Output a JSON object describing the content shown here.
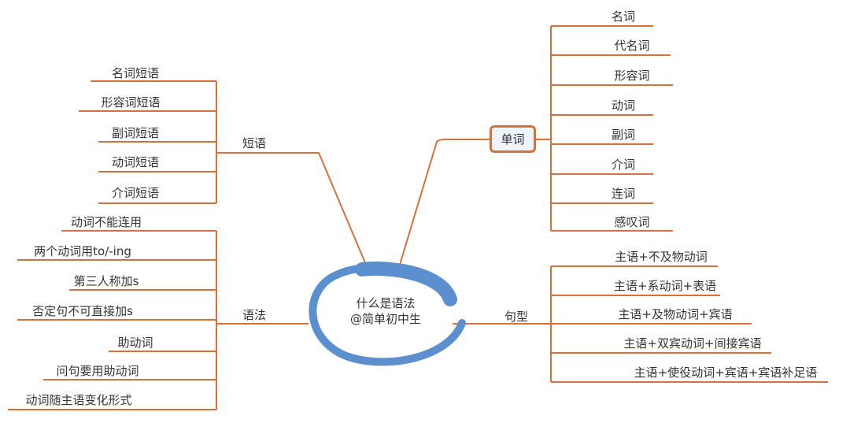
{
  "center": {
    "title": "什么是语法",
    "subtitle": "@简单初中生"
  },
  "branches": {
    "words": {
      "label": "单词",
      "items": [
        "名词",
        "代名词",
        "形容词",
        "动词",
        "副词",
        "介词",
        "连词",
        "感叹词"
      ]
    },
    "patterns": {
      "label": "句型",
      "items": [
        "主语+不及物动词",
        "主语+系动词+表语",
        "主语+及物动词+宾语",
        "主语+双宾动词+间接宾语",
        "主语+使役动词+宾语+宾语补足语"
      ]
    },
    "phrases": {
      "label": "短语",
      "items": [
        "名词短语",
        "形容词短语",
        "副词短语",
        "动词短语",
        "介词短语"
      ]
    },
    "grammar": {
      "label": "语法",
      "items": [
        "动词不能连用",
        "两个动词用to/-ing",
        "第三人称加s",
        "否定句不可直接加s",
        "助动词",
        "问句要用助动词",
        "动词随主语变化形式"
      ]
    }
  },
  "colors": {
    "line": "#d9703a",
    "center_ring": "#5b8fd0"
  }
}
